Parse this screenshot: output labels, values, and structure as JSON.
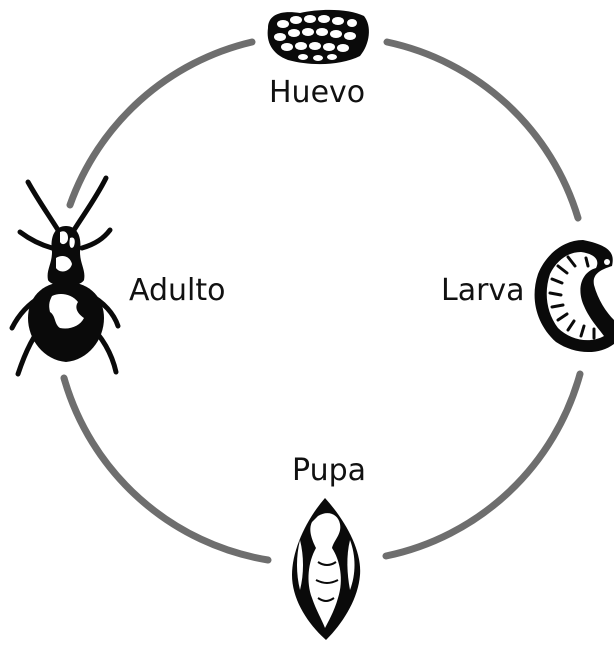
{
  "diagram": {
    "stages": [
      {
        "id": "huevo",
        "label": "Huevo",
        "icon": "egg-cluster-icon"
      },
      {
        "id": "larva",
        "label": "Larva",
        "icon": "grub-larva-icon"
      },
      {
        "id": "pupa",
        "label": "Pupa",
        "icon": "pupa-icon"
      },
      {
        "id": "adulto",
        "label": "Adulto",
        "icon": "beetle-icon"
      }
    ],
    "colors": {
      "cycle_arc": "#6e6e6e",
      "icon_fill": "#0a0a0a",
      "icon_detail": "#ffffff",
      "label_text": "#111111"
    }
  }
}
